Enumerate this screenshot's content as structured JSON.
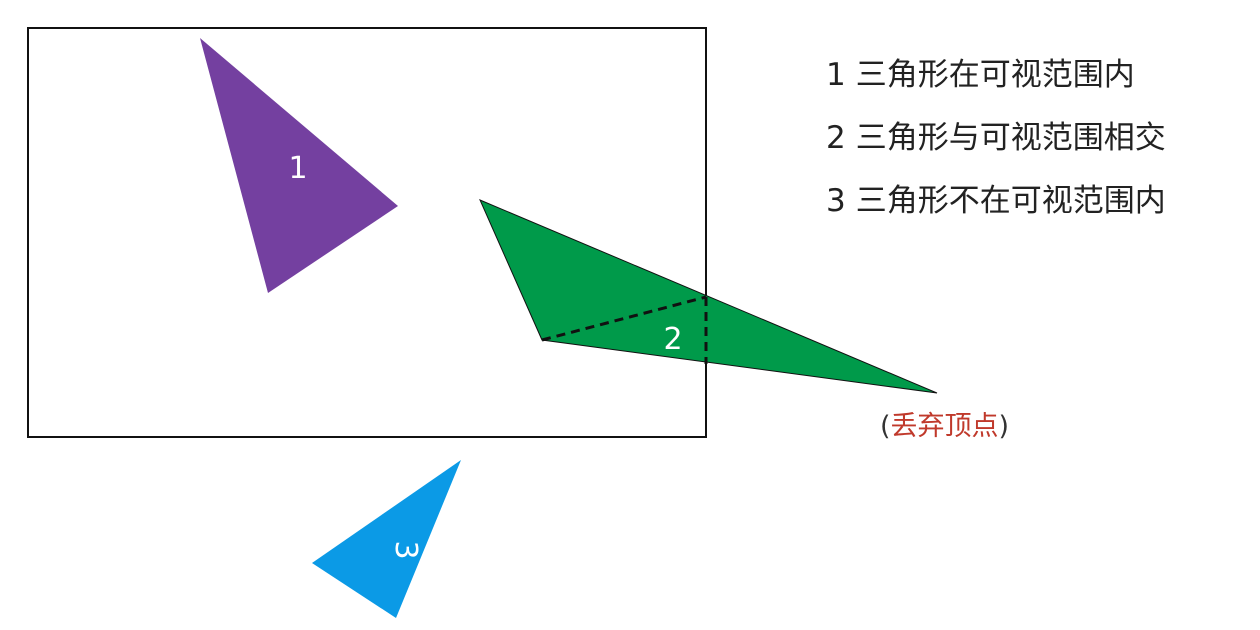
{
  "triangles": [
    {
      "label": "1",
      "color": "#7440a0"
    },
    {
      "label": "2",
      "color": "#009a4a"
    },
    {
      "label": "3",
      "color": "#0b9ae6"
    }
  ],
  "legend": [
    {
      "num": "1",
      "text": "三角形在可视范围内"
    },
    {
      "num": "2",
      "text": "三角形与可视范围相交"
    },
    {
      "num": "3",
      "text": "三角形不在可视范围内"
    }
  ],
  "discard_note": {
    "open": "(",
    "text": "丢弃顶点",
    "close": ")",
    "color": "#c0392b"
  }
}
